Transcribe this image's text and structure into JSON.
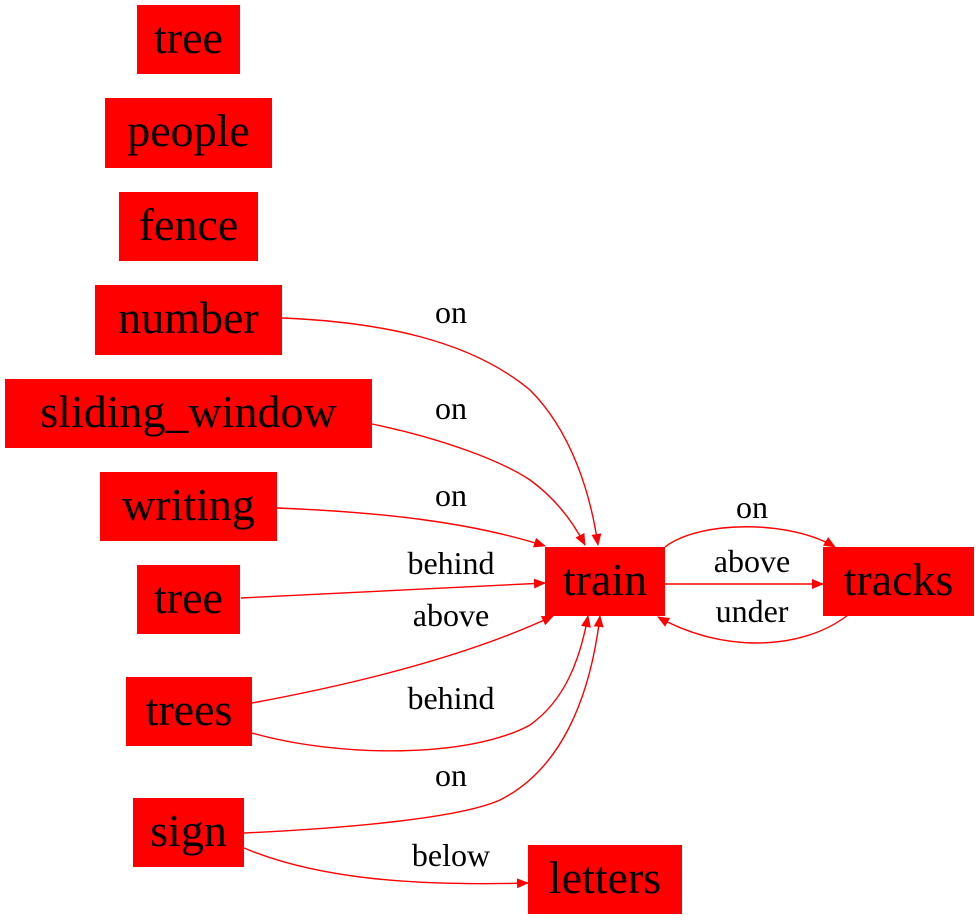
{
  "colors": {
    "node_fill": "#ff0000",
    "edge": "#ff0000",
    "text": "#000000",
    "background": "#ffffff"
  },
  "nodes": [
    {
      "id": "tree_1",
      "label": "tree"
    },
    {
      "id": "people",
      "label": "people"
    },
    {
      "id": "fence",
      "label": "fence"
    },
    {
      "id": "number",
      "label": "number"
    },
    {
      "id": "sliding_window",
      "label": "sliding_window"
    },
    {
      "id": "writing",
      "label": "writing"
    },
    {
      "id": "tree_2",
      "label": "tree"
    },
    {
      "id": "trees",
      "label": "trees"
    },
    {
      "id": "sign",
      "label": "sign"
    },
    {
      "id": "train",
      "label": "train"
    },
    {
      "id": "tracks",
      "label": "tracks"
    },
    {
      "id": "letters",
      "label": "letters"
    }
  ],
  "edges": [
    {
      "id": "e1",
      "source": "number",
      "target": "train",
      "label": "on"
    },
    {
      "id": "e2",
      "source": "sliding_window",
      "target": "train",
      "label": "on"
    },
    {
      "id": "e3",
      "source": "writing",
      "target": "train",
      "label": "on"
    },
    {
      "id": "e4",
      "source": "tree_2",
      "target": "train",
      "label": "behind"
    },
    {
      "id": "e5",
      "source": "trees",
      "target": "train",
      "label": "above"
    },
    {
      "id": "e6",
      "source": "trees",
      "target": "train",
      "label": "behind"
    },
    {
      "id": "e7",
      "source": "sign",
      "target": "train",
      "label": "on"
    },
    {
      "id": "e8",
      "source": "sign",
      "target": "letters",
      "label": "below"
    },
    {
      "id": "e9",
      "source": "train",
      "target": "tracks",
      "label": "on"
    },
    {
      "id": "e10",
      "source": "train",
      "target": "tracks",
      "label": "above"
    },
    {
      "id": "e11",
      "source": "tracks",
      "target": "train",
      "label": "under"
    }
  ]
}
